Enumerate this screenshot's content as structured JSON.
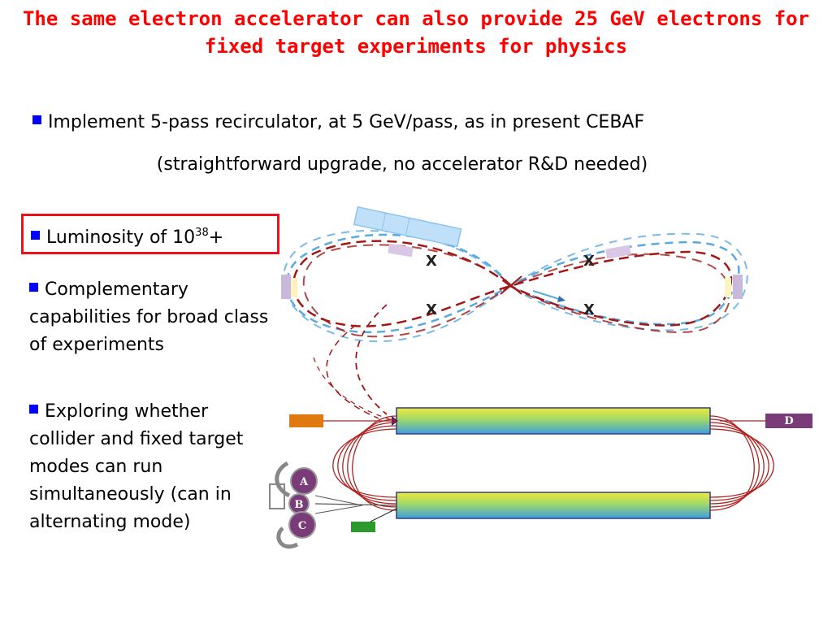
{
  "title": "The same electron accelerator can also provide 25 GeV electrons for fixed target experiments for physics",
  "bullets": {
    "implement": "Implement 5-pass recirculator, at 5 GeV/pass, as in present CEBAF",
    "implement_note": "(straightforward upgrade, no accelerator R&D needed)",
    "luminosity_prefix": "Luminosity of 10",
    "luminosity_exp": "38",
    "luminosity_suffix": "+",
    "complementary": "Complementary capabilities for broad class of experiments",
    "exploring": "Exploring whether collider and fixed target modes can run simultaneously (can in alternating mode)"
  },
  "diagram": {
    "hall_labels": {
      "a": "A",
      "b": "B",
      "c": "C",
      "d": "D"
    },
    "crossing_marks": [
      "X",
      "X",
      "X",
      "X"
    ]
  },
  "colors": {
    "title": "#ff0000",
    "bullet": "#0000ff",
    "highlight_box": "#e8141b",
    "orbit_red": "#a01818",
    "orbit_blue": "#5aa9e0",
    "hall": "#7a3c78"
  }
}
